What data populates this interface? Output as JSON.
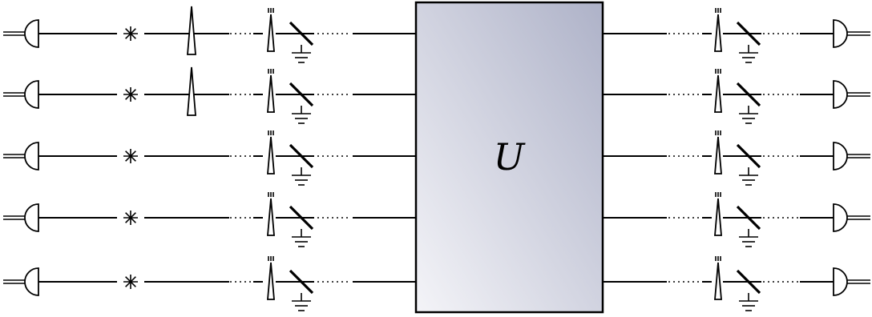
{
  "unitary": {
    "label": "U",
    "gradient_colors": [
      "#f4f4f8",
      "#aeb2c8"
    ]
  },
  "modes": 5,
  "source_modes_with_phase": 2,
  "icons": {
    "source": "half-circle-source-icon",
    "nonlinear": "asterisk-icon",
    "phase": "phase-shifter-icon",
    "modulator": "electro-optic-modulator-icon",
    "beamsplitter": "beamsplitter-icon",
    "ground": "ground-icon",
    "detector": "detector-icon"
  }
}
